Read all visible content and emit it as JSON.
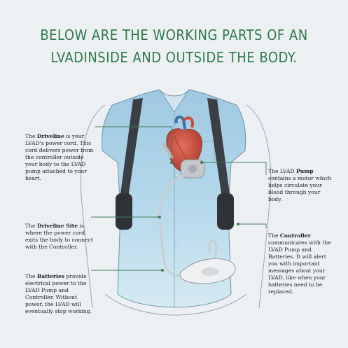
{
  "title": {
    "line1": "BELOW ARE THE WORKING PARTS OF AN",
    "line2": "LVADINSIDE AND OUTSIDE THE BODY."
  },
  "callouts": {
    "driveline": {
      "pre": "The ",
      "bold": "Driveline",
      "post": " is your LVAD's power cord. This cord delivers power from the controller outside your body to the LVAD pump attached to your heart."
    },
    "driveline_site": {
      "pre": "The ",
      "bold": "Driveline Site",
      "post": " is where the power cord exits the body to connect with the Controller."
    },
    "batteries": {
      "pre": "The ",
      "bold": "Batteries",
      "post": " provide electrical power to the LVAD Pump and Controller. Without power, the LVAD will eventually stop working."
    },
    "pump": {
      "pre": "The LVAD ",
      "bold": "Pump",
      "post": " contains a motor which helps circulate your blood through your body."
    },
    "controller": {
      "pre": "The ",
      "bold": "Controller",
      "post": " communicates with the LVAD Pump and Batteries. It will alert you with important messages about your LVAD, like when your batteries need to be replaced."
    }
  },
  "colors": {
    "title": "#2f7a4a",
    "leader_line": "#3d7b57",
    "shirt": "#a9cfe4",
    "heart": "#c94b3a",
    "strap": "#3a3f45"
  }
}
